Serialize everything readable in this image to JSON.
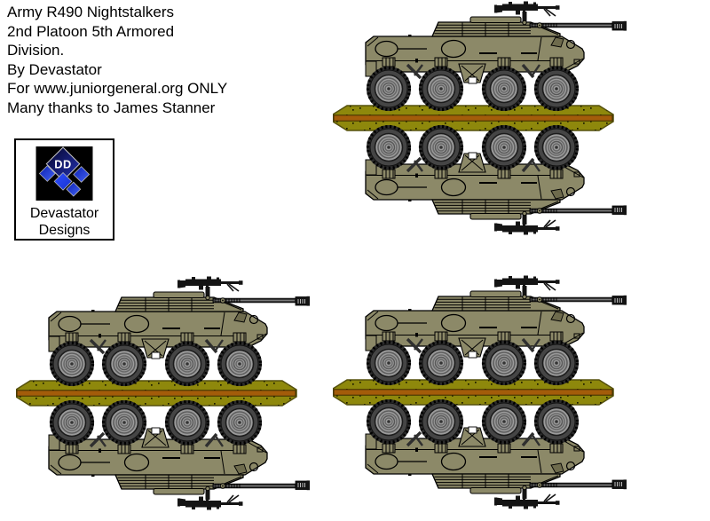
{
  "header": {
    "lines": [
      "Army R490 Nightstalkers",
      "2nd Platoon 5th Armored",
      "Division.",
      "By Devastator",
      "For www.juniorgeneral.org ONLY",
      "Many thanks to James Stanner"
    ]
  },
  "logo": {
    "monogram": "DD",
    "name_line1": "Devastator",
    "name_line2": "Designs"
  },
  "figures": [
    {
      "id": "vehicle-top-right",
      "position": "top-right",
      "label": "R490 Nightstalker 8-wheel APC fold-over miniature"
    },
    {
      "id": "vehicle-bottom-left",
      "position": "bottom-left",
      "label": "R490 Nightstalker 8-wheel APC fold-over miniature"
    },
    {
      "id": "vehicle-bottom-right",
      "position": "bottom-right",
      "label": "R490 Nightstalker 8-wheel APC fold-over miniature"
    }
  ],
  "artwork": {
    "description": "Mirrored side-view armored vehicle (turret with long cannon and pintle machine gun, 4 road wheels) joined at a speckled ground base strip with center fold stripe",
    "colors": {
      "hull": "#8c8968",
      "hull_shadow": "#6e6b4d",
      "outline": "#000000",
      "base": "#8e880c",
      "base_outline": "#55500d",
      "base_stripe": "#a35c0a",
      "stripe_outline": "#3d2c00",
      "tire": "#3c3c3c",
      "tire_rim": "#454545",
      "hub": "#9b9b9b",
      "hub_ring": "#5e5e5e",
      "gun": "#3a3a3a",
      "gun_dark": "#141414",
      "logo_navy_dark": "#060633",
      "logo_blue": "#2433b8",
      "logo_blue_bright": "#3050ff"
    }
  }
}
